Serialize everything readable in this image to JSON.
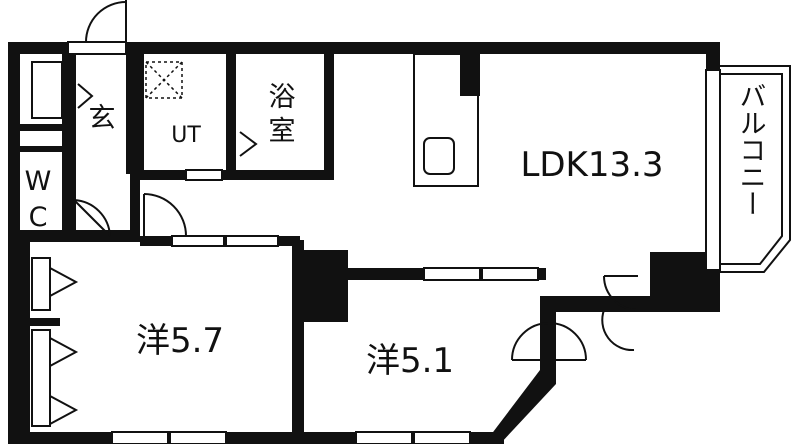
{
  "plan": {
    "rooms": {
      "genkan": "玄",
      "ut": "UT",
      "bath": "浴室",
      "ldk": "LDK13.3",
      "wc_top": "W",
      "wc_bottom": "C",
      "western_1": "洋5.7",
      "western_2": "洋5.1",
      "balcony": "バルコニー"
    }
  }
}
